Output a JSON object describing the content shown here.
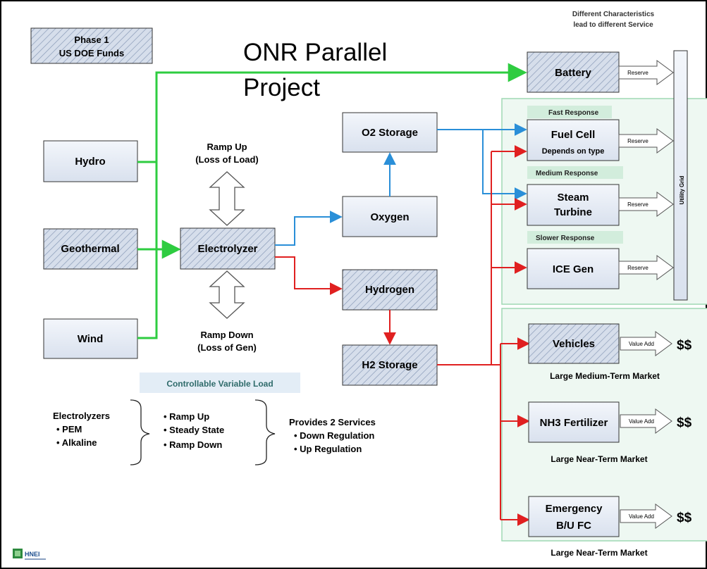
{
  "header": {
    "phase_line1": "Phase 1",
    "phase_line2": "US DOE Funds",
    "onr_line1": "ONR Parallel",
    "onr_line2": "Project",
    "characteristics_line1": "Different Characteristics",
    "characteristics_line2": "lead to different Service"
  },
  "sources": {
    "hydro": "Hydro",
    "geothermal": "Geothermal",
    "wind": "Wind"
  },
  "electrolyzer": {
    "label": "Electrolyzer",
    "ramp_up_line1": "Ramp Up",
    "ramp_up_line2": "(Loss of Load)",
    "ramp_down_line1": "Ramp Down",
    "ramp_down_line2": "(Loss of Gen)"
  },
  "products": {
    "oxygen": "Oxygen",
    "o2_storage": "O2 Storage",
    "hydrogen": "Hydrogen",
    "h2_storage": "H2 Storage"
  },
  "grid_services": {
    "battery": "Battery",
    "fast_response": "Fast Response",
    "fuel_cell_line1": "Fuel Cell",
    "fuel_cell_line2": "Depends on type",
    "medium_response": "Medium Response",
    "steam_line1": "Steam",
    "steam_line2": "Turbine",
    "slower_response": "Slower Response",
    "ice_gen": "ICE Gen",
    "reserve": "Reserve",
    "utility_grid": "Utility Grid"
  },
  "markets": {
    "vehicles": "Vehicles",
    "vehicles_market": "Large Medium-Term Market",
    "nh3": "NH3 Fertilizer",
    "nh3_market": "Large Near-Term Market",
    "emergency_line1": "Emergency",
    "emergency_line2": "B/U FC",
    "emergency_market": "Large Near-Term Market",
    "value_add": "Value Add",
    "dollars": "$$"
  },
  "load_legend": {
    "title": "Controllable Variable Load",
    "electrolyzers_title": "Electrolyzers",
    "electrolyzers_items": [
      "PEM",
      "Alkaline"
    ],
    "modes": [
      "Ramp Up",
      "Steady State",
      "Ramp Down"
    ],
    "services_title": "Provides 2 Services",
    "services_items": [
      "Down Regulation",
      "Up Regulation"
    ]
  },
  "footer": {
    "logo_text": "HNEI"
  },
  "colors": {
    "green_arrow": "#2ecc40",
    "blue_arrow": "#2a8fd8",
    "red_arrow": "#e02020",
    "box_fill": "#dfe6f1",
    "panel_fill": "#eef8f2",
    "panel_border": "#9fd8b4"
  }
}
